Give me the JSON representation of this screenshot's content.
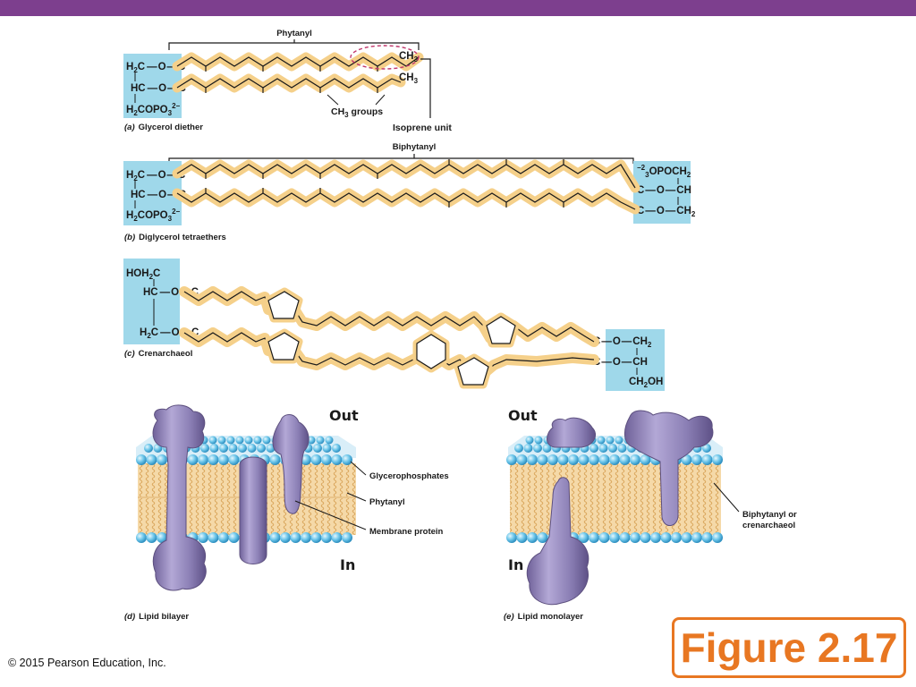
{
  "colors": {
    "top_bar": "#7d3f8e",
    "headgroup_fill": "#9fd8ea",
    "chain_highlight": "#f5d08a",
    "protein": "#8b7fb5",
    "figure_accent": "#e87722"
  },
  "panel_a": {
    "top_label": "Phytanyl",
    "chem_lines": [
      "H2C",
      "HC",
      "H2COPO3 2−"
    ],
    "ch3_upper": "CH3",
    "ch3_lower": "CH3",
    "ch3_groups": "CH3 groups",
    "isoprene_unit": "Isoprene unit",
    "caption_letter": "(a)",
    "caption": "Glycerol diether"
  },
  "panel_b": {
    "top_label": "Biphytanyl",
    "caption_letter": "(b)",
    "caption": "Diglycerol tetraethers"
  },
  "panel_c": {
    "caption_letter": "(c)",
    "caption": "Crenarchaeol"
  },
  "panel_d": {
    "out_label": "Out",
    "in_label": "In",
    "callout_glycerophosphates": "Glycerophosphates",
    "callout_phytanyl": "Phytanyl",
    "callout_membrane_protein": "Membrane protein",
    "caption_letter": "(d)",
    "caption": "Lipid bilayer"
  },
  "panel_e": {
    "out_label": "Out",
    "in_label": "In",
    "callout_line1": "Biphytanyl or",
    "callout_line2": "crenarchaeol",
    "caption_letter": "(e)",
    "caption": "Lipid monolayer"
  },
  "footer": {
    "copyright": "© 2015 Pearson Education, Inc.",
    "figure_label": "Figure 2.17"
  }
}
